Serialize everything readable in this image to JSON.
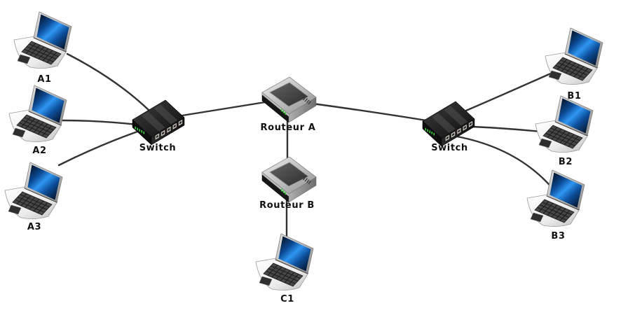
{
  "diagram": {
    "background_color": "#ffffff",
    "edge_color": "#333333",
    "led_color": "#3ddc3d",
    "laptop_screen_color": "#1e7fd8",
    "nodes": [
      {
        "id": "A1",
        "type": "laptop",
        "label": "A1"
      },
      {
        "id": "A2",
        "type": "laptop",
        "label": "A2"
      },
      {
        "id": "A3",
        "type": "laptop",
        "label": "A3"
      },
      {
        "id": "SwitchA",
        "type": "switch",
        "label": "Switch"
      },
      {
        "id": "RouteurA",
        "type": "router",
        "label": "Routeur A"
      },
      {
        "id": "RouteurB",
        "type": "router",
        "label": "Routeur B"
      },
      {
        "id": "C1",
        "type": "laptop",
        "label": "C1"
      },
      {
        "id": "SwitchB",
        "type": "switch",
        "label": "Switch"
      },
      {
        "id": "B1",
        "type": "laptop",
        "label": "B1"
      },
      {
        "id": "B2",
        "type": "laptop",
        "label": "B2"
      },
      {
        "id": "B3",
        "type": "laptop",
        "label": "B3"
      }
    ],
    "edges": [
      {
        "from": "A1",
        "to": "SwitchA"
      },
      {
        "from": "A2",
        "to": "SwitchA"
      },
      {
        "from": "A3",
        "to": "SwitchA"
      },
      {
        "from": "SwitchA",
        "to": "RouteurA"
      },
      {
        "from": "RouteurA",
        "to": "SwitchB"
      },
      {
        "from": "SwitchB",
        "to": "B1"
      },
      {
        "from": "SwitchB",
        "to": "B2"
      },
      {
        "from": "SwitchB",
        "to": "B3"
      },
      {
        "from": "RouteurA",
        "to": "RouteurB"
      },
      {
        "from": "RouteurB",
        "to": "C1"
      }
    ]
  }
}
